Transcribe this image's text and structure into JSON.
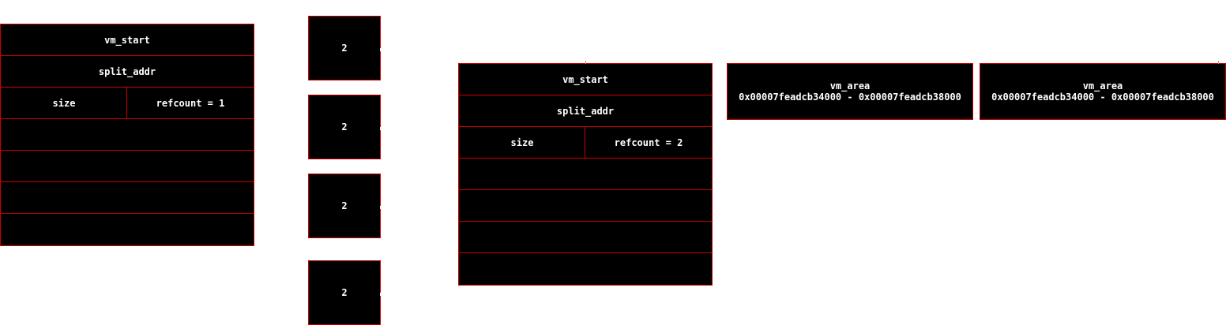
{
  "struct_left": {
    "row_vm_start": "vm_start",
    "row_split_addr": "split_addr",
    "row_size": "size",
    "row_refcount": "refcount = 1"
  },
  "refcount_boxes": [
    {
      "value": "2"
    },
    {
      "value": "2"
    },
    {
      "value": "2"
    },
    {
      "value": "2"
    }
  ],
  "struct_right": {
    "row_vm_start": "vm_start",
    "row_split_addr": "split_addr",
    "row_size": "size",
    "row_refcount": "refcount = 2"
  },
  "vm_areas": [
    {
      "title": "vm_area",
      "range": "0x00007feadcb34000 - 0x00007feadcb38000"
    },
    {
      "title": "vm_area",
      "range": "0x00007feadcb34000 - 0x00007feadcb38000"
    }
  ],
  "colors": {
    "fill": "#000000",
    "border": "#cc0000",
    "text": "#ffffff",
    "background": "#ffffff"
  }
}
